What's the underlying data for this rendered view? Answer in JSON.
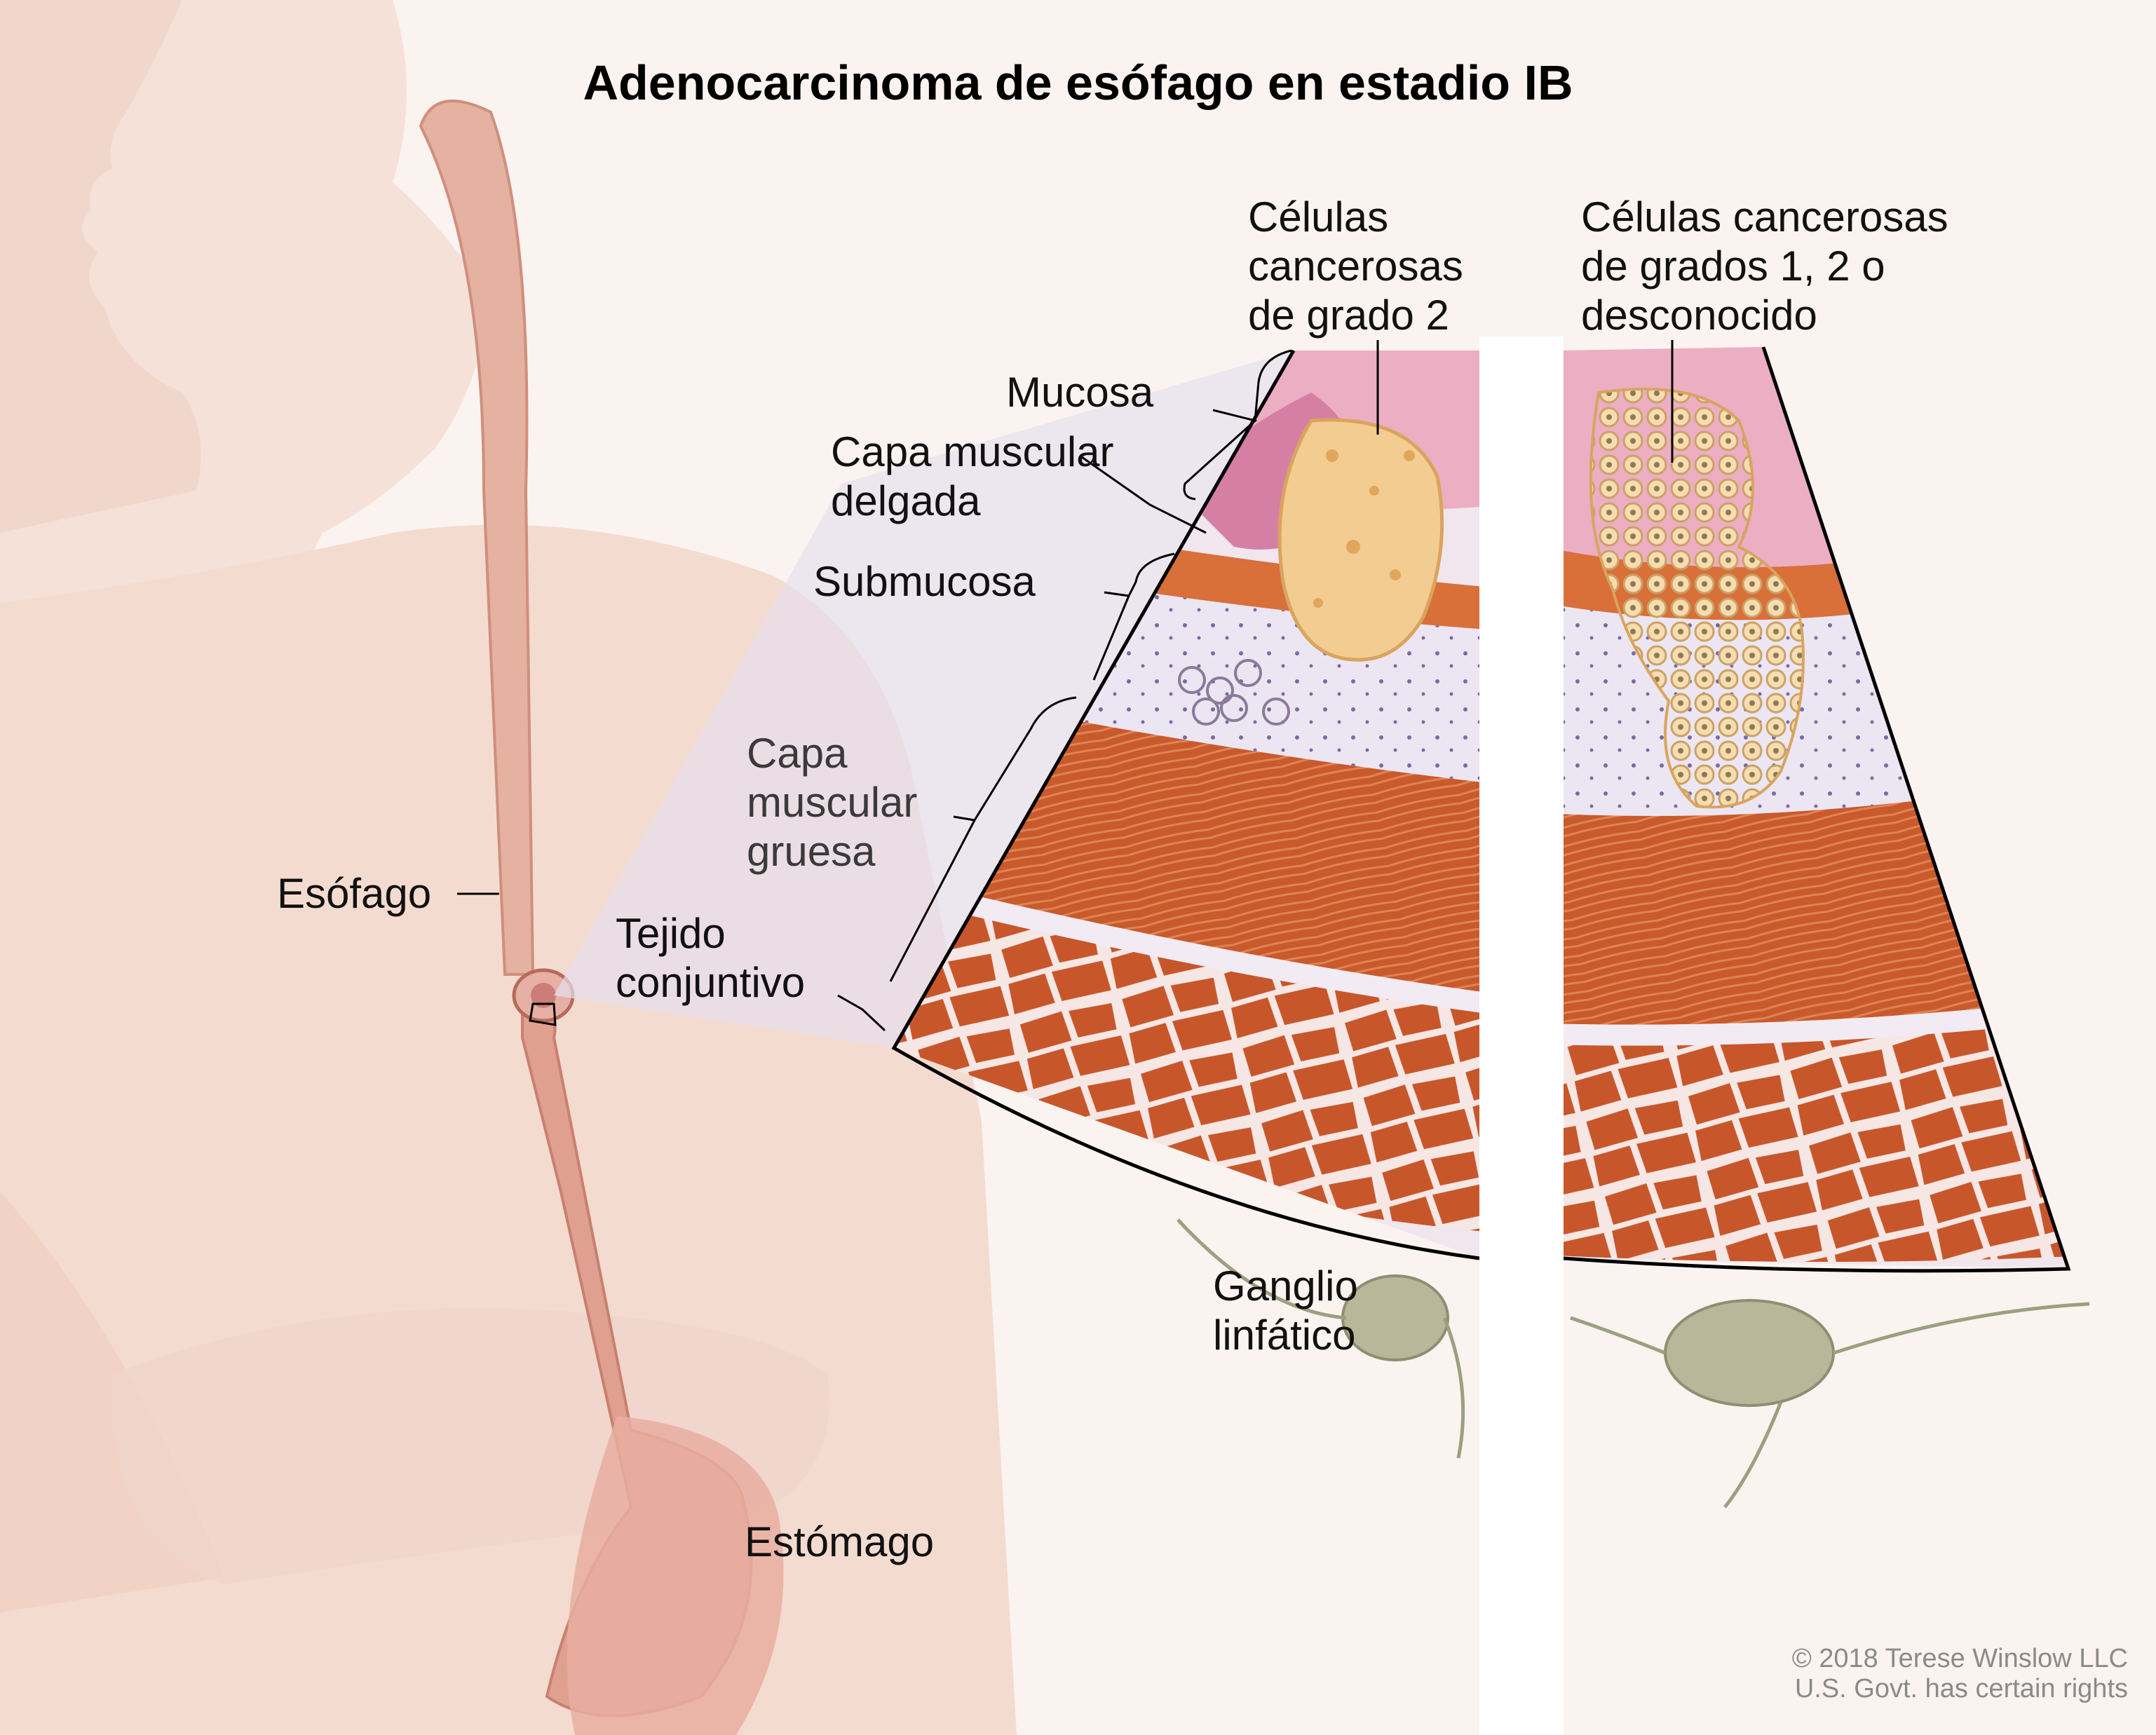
{
  "title": "Adenocarcinoma de esófago en estadio IB",
  "labels": {
    "esofago": "Esófago",
    "estomago": "Estómago",
    "mucosa": "Mucosa",
    "capa_muscular_delgada": [
      "Capa muscular",
      "delgada"
    ],
    "submucosa": "Submucosa",
    "capa_muscular_gruesa": [
      "Capa",
      "muscular",
      "gruesa"
    ],
    "tejido_conjuntivo": [
      "Tejido",
      "conjuntivo"
    ],
    "ganglio_linfatico": [
      "Ganglio",
      "linfático"
    ],
    "celulas_grado_2": [
      "Células",
      "cancerosas",
      "de grado 2"
    ],
    "celulas_grados_1_2": [
      "Células cancerosas",
      "de grados 1, 2 o",
      "desconocido"
    ]
  },
  "credit": [
    "© 2018 Terese Winslow LLC",
    "U.S. Govt. has certain rights"
  ],
  "colors": {
    "skin": "#f4d9cd",
    "muscle": "#c8562b",
    "mucosa": "#e69ab3",
    "submucosa": "#e9e4f2",
    "tumor": "#f3cc91",
    "lymph_node": "#b8b79a"
  }
}
